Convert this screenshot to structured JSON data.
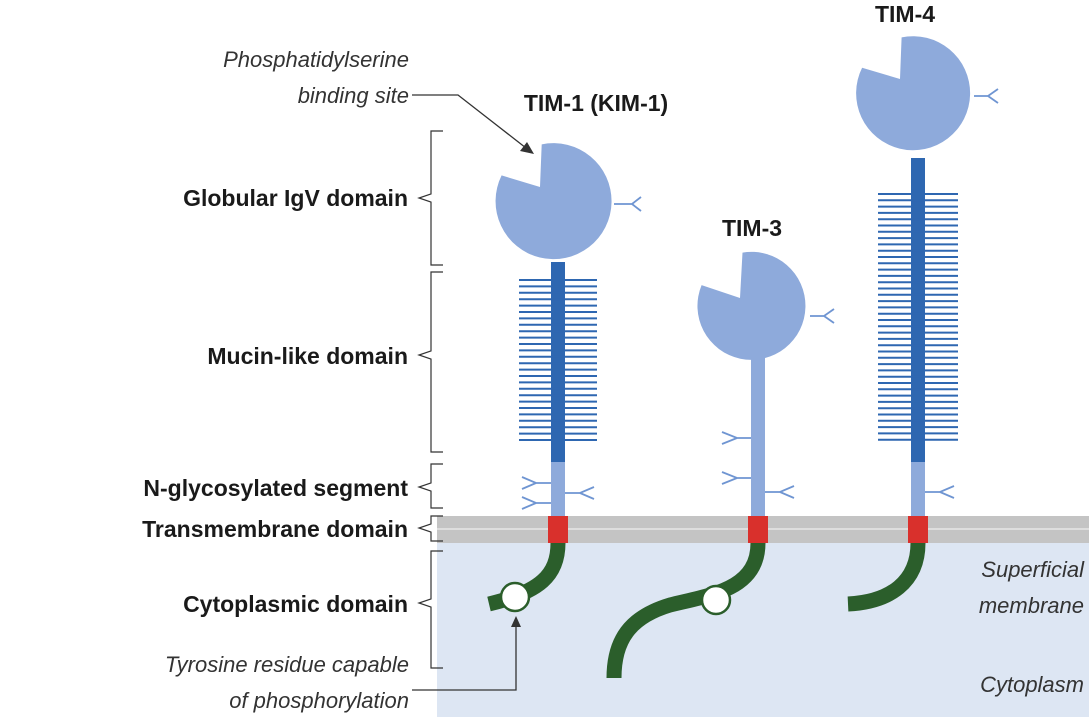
{
  "annotations": {
    "ps_site_line1": "Phosphatidylserine",
    "ps_site_line2": "binding site",
    "tyrosine_line1": "Tyrosine residue capable",
    "tyrosine_line2": "of phosphorylation"
  },
  "domains": {
    "igv": "Globular IgV domain",
    "mucin": "Mucin-like domain",
    "nglyco": "N-glycosylated segment",
    "transmembrane": "Transmembrane domain",
    "cytoplasmic": "Cytoplasmic domain"
  },
  "proteins": {
    "tim1": "TIM-1 (KIM-1)",
    "tim3": "TIM-3",
    "tim4": "TIM-4"
  },
  "regions": {
    "membrane_line1": "Superficial",
    "membrane_line2": "membrane",
    "cytoplasm": "Cytoplasm"
  },
  "colors": {
    "igv_head": "#8eaadb",
    "mucin_stalk": "#2e67b1",
    "stalk_light": "#8eaadb",
    "transmembrane": "#d9302c",
    "cytoplasmic_tail": "#2b5e2b",
    "membrane": "#c4c4c4",
    "cytoplasm_bg": "#dde6f3"
  }
}
